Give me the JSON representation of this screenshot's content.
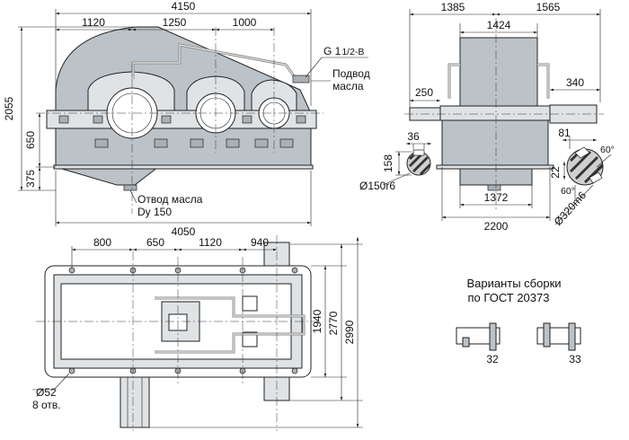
{
  "front_view": {
    "dims_top": {
      "total": "4150",
      "d1": "1120",
      "d2": "1250",
      "d3": "1000"
    },
    "dims_left": {
      "height": "2055",
      "axis": "650",
      "base": "375"
    },
    "dim_bottom": "4050",
    "labels": {
      "thread": "G 1",
      "thread_sub": "1/2-B",
      "oil_in_1": "Подвод",
      "oil_in_2": "масла",
      "oil_out_1": "Отвод масла",
      "oil_out_2": "Dy 150"
    }
  },
  "side_view": {
    "dims_top": {
      "left": "1385",
      "right": "1565",
      "inner": "1424"
    },
    "dims_shaft": {
      "left_len": "250",
      "right_len": "340"
    },
    "dims_bottom": {
      "inner": "1372",
      "total": "2200"
    },
    "input_shaft": {
      "key_width": "36",
      "key_height": "158",
      "diameter": "Ø150r6"
    },
    "output_shaft": {
      "key": "81",
      "depth": "22",
      "angle_a": "60°",
      "angle_b": "60°",
      "diameter": "Ø320m6"
    }
  },
  "plan_view": {
    "dims_top": {
      "d1": "800",
      "d2": "650",
      "d3": "1120",
      "d4": "940"
    },
    "dims_right": {
      "inner": "1940",
      "middle": "2770",
      "outer": "2990"
    },
    "holes_1": "Ø52",
    "holes_2": "8 отв."
  },
  "assembly": {
    "title_1": "Варианты сборки",
    "title_2": "по ГОСТ 20373",
    "variant_a": "32",
    "variant_b": "33"
  }
}
